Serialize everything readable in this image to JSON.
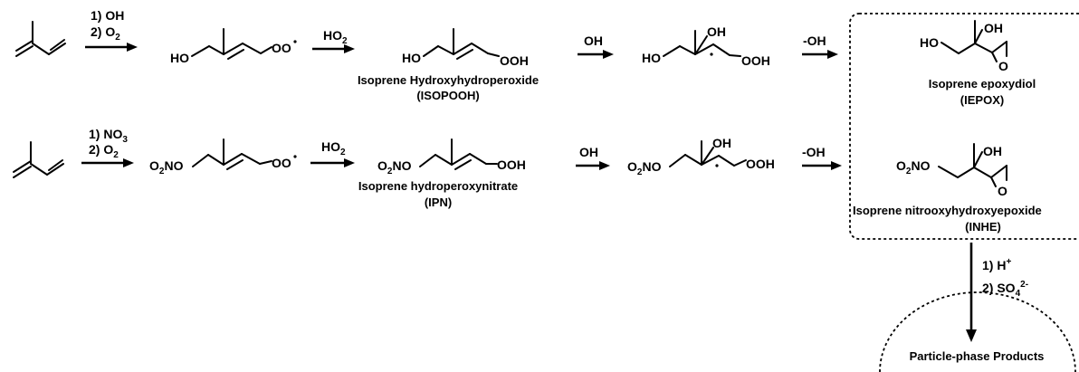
{
  "row1": {
    "step1": {
      "cond1": "1) OH",
      "cond2_main": "2) O",
      "cond2_sub": "2"
    },
    "step2": {
      "reagent_main": "HO",
      "reagent_sub": "2"
    },
    "step3": {
      "reagent": "OH"
    },
    "step4": {
      "reagent": "-OH"
    },
    "radical": {
      "ho": "HO",
      "oo": "OO"
    },
    "hydroperoxide": {
      "ho": "HO",
      "ooh": "OOH",
      "name": "Isoprene Hydroxyhydroperoxide",
      "abbr": "(ISOPOOH)"
    },
    "adduct": {
      "ho": "HO",
      "oh": "OH",
      "ooh": "OOH"
    },
    "epoxide": {
      "ho": "HO",
      "oh": "OH",
      "o": "O",
      "name": "Isoprene epoxydiol",
      "abbr": "(IEPOX)"
    }
  },
  "row2": {
    "step1": {
      "cond1_main": "1) NO",
      "cond1_sub": "3",
      "cond2_main": "2) O",
      "cond2_sub": "2"
    },
    "step2": {
      "reagent_main": "HO",
      "reagent_sub": "2"
    },
    "step3": {
      "reagent": "OH"
    },
    "step4": {
      "reagent": "-OH"
    },
    "radical": {
      "o2n_a": "O",
      "o2n_sub": "2",
      "o2n_b": "NO",
      "oo": "OO"
    },
    "nitrate": {
      "o2n_a": "O",
      "o2n_sub": "2",
      "o2n_b": "NO",
      "ooh": "OOH",
      "name": "Isoprene hydroperoxynitrate",
      "abbr": "(IPN)"
    },
    "adduct": {
      "o2n_a": "O",
      "o2n_sub": "2",
      "o2n_b": "NO",
      "oh": "OH",
      "ooh": "OOH"
    },
    "epoxide": {
      "o2n_a": "O",
      "o2n_sub": "2",
      "o2n_b": "NO",
      "oh": "OH",
      "o": "O",
      "name": "Isoprene nitrooxyhydroxyepoxide",
      "abbr": "(INHE)"
    }
  },
  "final": {
    "cond1_main": "1) H",
    "cond1_sup": "+",
    "cond2_main": "2) SO",
    "cond2_sub": "4",
    "cond2_sup": "2-",
    "products": "Particle-phase Products"
  }
}
